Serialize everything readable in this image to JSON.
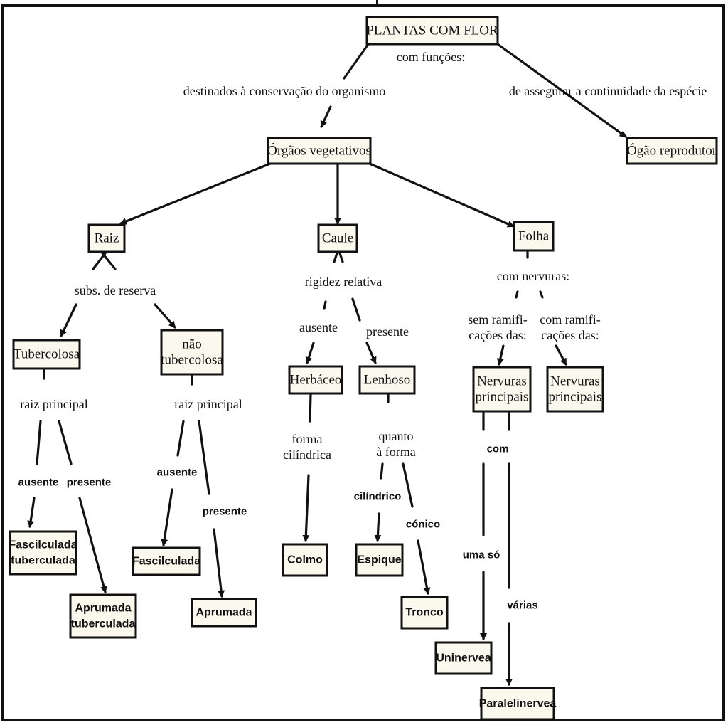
{
  "diagram": {
    "title": "PLANTAS COM FLOR",
    "nodes": [
      {
        "id": "plantas",
        "lines": [
          "PLANTAS COM FLOR"
        ]
      },
      {
        "id": "orgaos",
        "lines": [
          "Órgãos vegetativos"
        ]
      },
      {
        "id": "reprodutor",
        "lines": [
          "Ógão reprodutor"
        ]
      },
      {
        "id": "raiz",
        "lines": [
          "Raiz"
        ]
      },
      {
        "id": "caule",
        "lines": [
          "Caule"
        ]
      },
      {
        "id": "folha",
        "lines": [
          "Folha"
        ]
      },
      {
        "id": "tubercolosa",
        "lines": [
          "Tubercolosa"
        ]
      },
      {
        "id": "nao_tubercolosa",
        "lines": [
          "não",
          "tubercolosa"
        ]
      },
      {
        "id": "herbaceo",
        "lines": [
          "Herbáceo"
        ]
      },
      {
        "id": "lenhoso",
        "lines": [
          "Lenhoso"
        ]
      },
      {
        "id": "nervuras_sem",
        "lines": [
          "Nervuras",
          "principais"
        ]
      },
      {
        "id": "nervuras_com",
        "lines": [
          "Nervuras",
          "principais"
        ]
      },
      {
        "id": "fasc_tuberculada",
        "lines": [
          "Fascilculada",
          "tuberculada"
        ]
      },
      {
        "id": "apr_tuberculada",
        "lines": [
          "Aprumada",
          "tuberculada"
        ]
      },
      {
        "id": "fasciculada",
        "lines": [
          "Fascilculada"
        ]
      },
      {
        "id": "aprumada",
        "lines": [
          "Aprumada"
        ]
      },
      {
        "id": "colmo",
        "lines": [
          "Colmo"
        ]
      },
      {
        "id": "espique",
        "lines": [
          "Espique"
        ]
      },
      {
        "id": "tronco",
        "lines": [
          "Tronco"
        ]
      },
      {
        "id": "uninervea",
        "lines": [
          "Uninervea"
        ]
      },
      {
        "id": "paralelinervea",
        "lines": [
          "Paralelinervea"
        ]
      }
    ],
    "labels": [
      {
        "id": "com_funcoes",
        "lines": [
          "com funções:"
        ]
      },
      {
        "id": "conservacao",
        "lines": [
          "destinados à conservação do organismo"
        ]
      },
      {
        "id": "continuidade",
        "lines": [
          "de assegurar a continuidade da espécie"
        ]
      },
      {
        "id": "subs_reserva",
        "lines": [
          "subs. de reserva"
        ]
      },
      {
        "id": "rigidez",
        "lines": [
          "rigidez relativa"
        ]
      },
      {
        "id": "com_nervuras",
        "lines": [
          "com nervuras:"
        ]
      },
      {
        "id": "raiz_principal_1",
        "lines": [
          "raiz principal"
        ]
      },
      {
        "id": "raiz_principal_2",
        "lines": [
          "raiz principal"
        ]
      },
      {
        "id": "ausente_caule",
        "lines": [
          "ausente"
        ]
      },
      {
        "id": "presente_caule",
        "lines": [
          "presente"
        ]
      },
      {
        "id": "sem_ramificacoes",
        "lines": [
          "sem ramifi-",
          "cações das:"
        ]
      },
      {
        "id": "com_ramificacoes",
        "lines": [
          "com ramifi-",
          "cações das:"
        ]
      },
      {
        "id": "ausente_1",
        "lines": [
          "ausente"
        ]
      },
      {
        "id": "presente_1",
        "lines": [
          "presente"
        ]
      },
      {
        "id": "ausente_2",
        "lines": [
          "ausente"
        ]
      },
      {
        "id": "presente_2",
        "lines": [
          "presente"
        ]
      },
      {
        "id": "forma_cilindrica",
        "lines": [
          "forma",
          "cilíndrica"
        ]
      },
      {
        "id": "quanto_forma",
        "lines": [
          "quanto",
          "à forma"
        ]
      },
      {
        "id": "cilindrico",
        "lines": [
          "cilíndrico"
        ]
      },
      {
        "id": "conico",
        "lines": [
          "cónico"
        ]
      },
      {
        "id": "com",
        "lines": [
          "com"
        ]
      },
      {
        "id": "uma_so",
        "lines": [
          "uma só"
        ]
      },
      {
        "id": "varias",
        "lines": [
          "várias"
        ]
      }
    ],
    "edges": [
      {
        "from": "plantas",
        "to": "orgaos",
        "via": "conservacao"
      },
      {
        "from": "plantas",
        "to": "reprodutor",
        "via": "continuidade"
      },
      {
        "from": "orgaos",
        "to": "raiz"
      },
      {
        "from": "orgaos",
        "to": "caule"
      },
      {
        "from": "orgaos",
        "to": "folha"
      },
      {
        "from": "raiz",
        "to": "tubercolosa",
        "via": "subs_reserva"
      },
      {
        "from": "raiz",
        "to": "nao_tubercolosa",
        "via": "subs_reserva"
      },
      {
        "from": "caule",
        "to": "herbaceo",
        "via": "ausente_caule"
      },
      {
        "from": "caule",
        "to": "lenhoso",
        "via": "presente_caule"
      },
      {
        "from": "folha",
        "to": "nervuras_sem",
        "via": "sem_ramificacoes"
      },
      {
        "from": "folha",
        "to": "nervuras_com",
        "via": "com_ramificacoes"
      },
      {
        "from": "tubercolosa",
        "to": "fasc_tuberculada",
        "via": "ausente_1"
      },
      {
        "from": "tubercolosa",
        "to": "apr_tuberculada",
        "via": "presente_1"
      },
      {
        "from": "nao_tubercolosa",
        "to": "fasciculada",
        "via": "ausente_2"
      },
      {
        "from": "nao_tubercolosa",
        "to": "aprumada",
        "via": "presente_2"
      },
      {
        "from": "herbaceo",
        "to": "colmo",
        "via": "forma_cilindrica"
      },
      {
        "from": "lenhoso",
        "to": "espique",
        "via": "cilindrico"
      },
      {
        "from": "lenhoso",
        "to": "tronco",
        "via": "conico"
      },
      {
        "from": "nervuras_sem",
        "to": "uninervea",
        "via": "uma_so"
      },
      {
        "from": "nervuras_sem",
        "to": "paralelinervea",
        "via": "varias"
      }
    ],
    "colors": {
      "ink": "#111111",
      "box_fill": "#fbf8ee",
      "background": "#ffffff"
    }
  }
}
